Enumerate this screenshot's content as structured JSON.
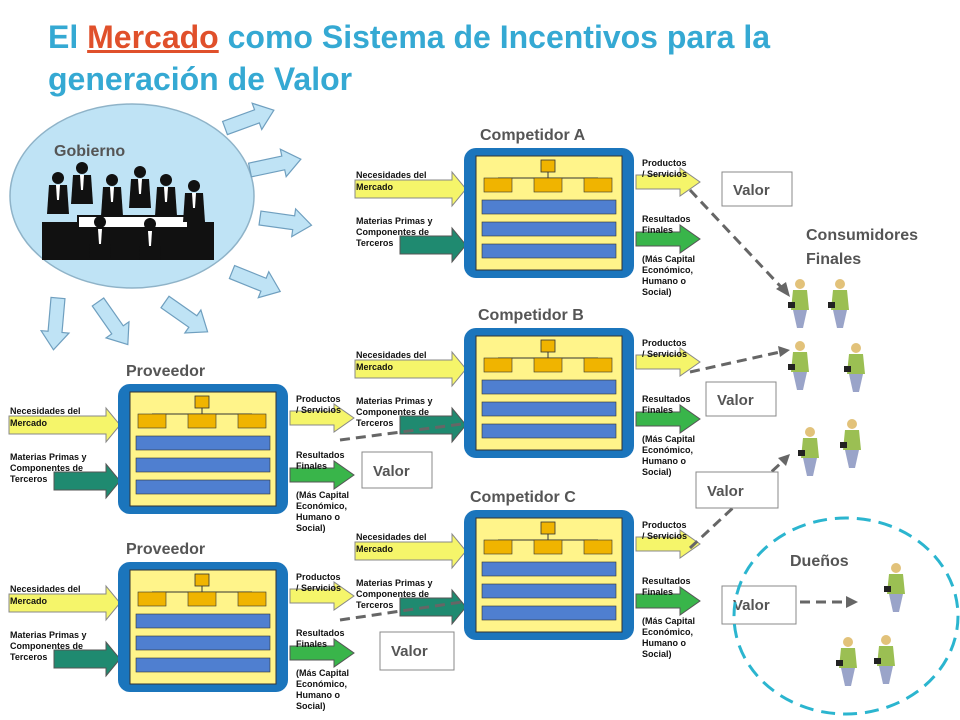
{
  "title": {
    "pre": "El ",
    "highlight": "Mercado",
    "post": " como Sistema de Incentivos para la generación de Valor",
    "accent_color": "#35a9d3",
    "highlight_color": "#e0502b"
  },
  "labels": {
    "gobierno": "Gobierno",
    "competidor_a": "Competidor A",
    "competidor_b": "Competidor B",
    "competidor_c": "Competidor C",
    "proveedor": "Proveedor",
    "consumidores_1": "Consumidores",
    "consumidores_2": "Finales",
    "duenos": "Dueños",
    "valor": "Valor"
  },
  "io": {
    "needs_1": "Necesidades del",
    "needs_2": "Mercado",
    "materials_1": "Materias Primas y",
    "materials_2": "Componentes de",
    "materials_3": "Terceros",
    "products_1": "Productos",
    "products_2": "/ Servicios",
    "results_1": "Resultados",
    "results_2": "Finales",
    "capital_1": "(Más Capital",
    "capital_2": "Económico,",
    "capital_3": "Humano o",
    "capital_4": "Social)"
  },
  "colors": {
    "org_frame": "#1b75bc",
    "org_panel": "#fff48a",
    "input_arrow": "#f5f56a",
    "material_arrow": "#1f8a70",
    "result_arrow": "#39b54a",
    "gov_circle": "#bfe3f5",
    "radial_arrow": "#bfe3f5"
  }
}
